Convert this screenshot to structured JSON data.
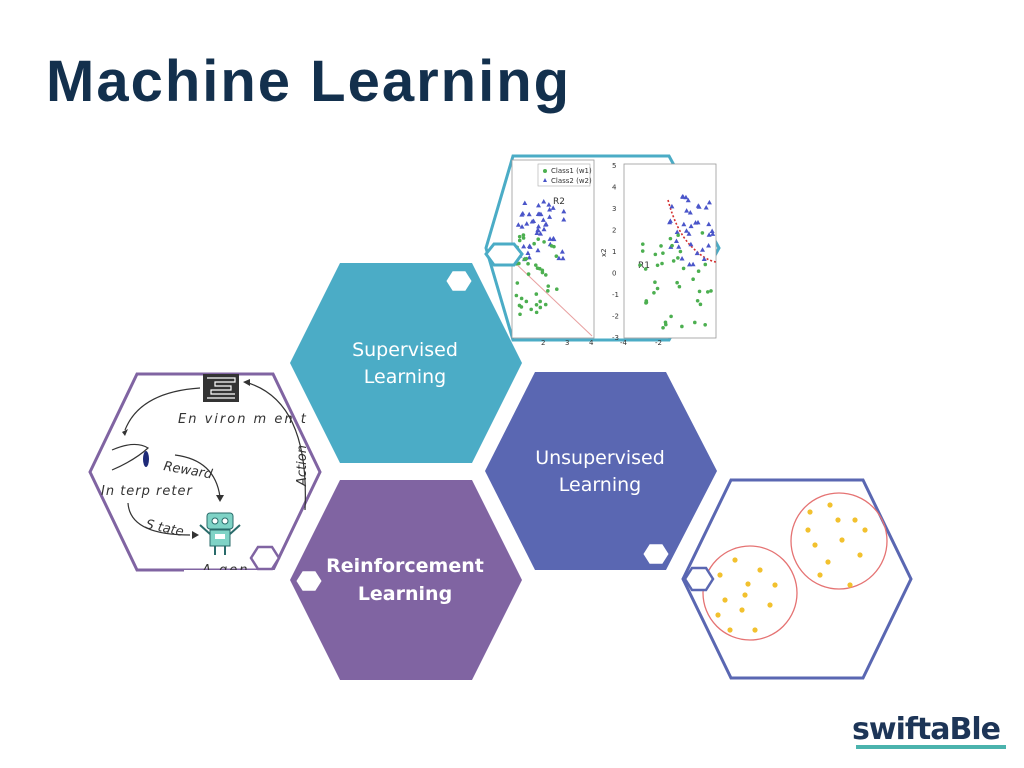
{
  "title": "Machine Learning",
  "hexagons": [
    {
      "label_lines": [
        "Supervised",
        "Learning"
      ],
      "color": "#4bacc6"
    },
    {
      "label_lines": [
        "Unsupervised",
        "Learning"
      ],
      "color": "#5a67b2"
    },
    {
      "label_lines": [
        "Reinforcement",
        "Learning"
      ],
      "color": "#8064a2"
    }
  ],
  "supervised_image": {
    "legend": [
      "Class1 (w1)",
      "Class2 (w2)"
    ],
    "region_labels": [
      "R2",
      "R1"
    ],
    "left_x_ticks": [
      "2",
      "3",
      "4"
    ],
    "right_y_ticks": [
      "5",
      "4",
      "3",
      "2",
      "1",
      "0",
      "-1",
      "-2",
      "-3"
    ],
    "right_x_ticks": [
      "-4",
      "-2"
    ],
    "right_y_label": "x2"
  },
  "reinforcement_image": {
    "environment": "En viron m en t",
    "reward": "Reward",
    "interpreter": "In terp reter",
    "state": "S tate",
    "action": "Action",
    "agent": "A gen t"
  },
  "logo": {
    "text": "swiftaBle",
    "color": "#1d3557",
    "accent": "#4bb3ad"
  },
  "colors": {
    "title": "#13304d",
    "supervised": "#4bacc6",
    "unsupervised": "#5a67b2",
    "reinforcement": "#8064a2"
  }
}
